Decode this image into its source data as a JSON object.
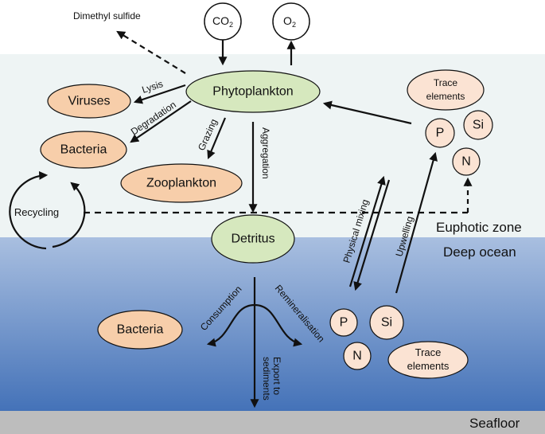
{
  "colors": {
    "euphotic": "#eef4f4",
    "deep_top": "#a9bfe0",
    "deep_bottom": "#4472b8",
    "seafloor": "#bdbdbd",
    "green_node": "#d6e8be",
    "orange_node": "#f7ceaa",
    "nutrient_node": "#fbe3d3",
    "stroke": "#111111"
  },
  "top": {
    "co2_main": "CO",
    "co2_sub": "2",
    "o2_main": "O",
    "o2_sub": "2",
    "dms": "Dimethyl sulfide"
  },
  "nodes": {
    "phytoplankton": "Phytoplankton",
    "viruses": "Viruses",
    "bacteria_top": "Bacteria",
    "zooplankton": "Zooplankton",
    "detritus": "Detritus",
    "bacteria_deep": "Bacteria",
    "recycling": "Recycling"
  },
  "nutrients_top": {
    "trace_line1": "Trace",
    "trace_line2": "elements",
    "p": "P",
    "si": "Si",
    "n": "N"
  },
  "nutrients_deep": {
    "p": "P",
    "si": "Si",
    "n": "N",
    "trace_line1": "Trace",
    "trace_line2": "elements"
  },
  "edges": {
    "lysis": "Lysis",
    "degradation": "Degradation",
    "grazing": "Grazing",
    "aggregation": "Aggregation",
    "physical_mixing": "Physical mixing",
    "upwelling": "Upwelling",
    "consumption": "Consumption",
    "remineralisation": "Remineralisation",
    "export_line1": "Export to",
    "export_line2": "sediments"
  },
  "zones": {
    "euphotic": "Euphotic zone",
    "deep": "Deep ocean",
    "seafloor": "Seafloor"
  }
}
